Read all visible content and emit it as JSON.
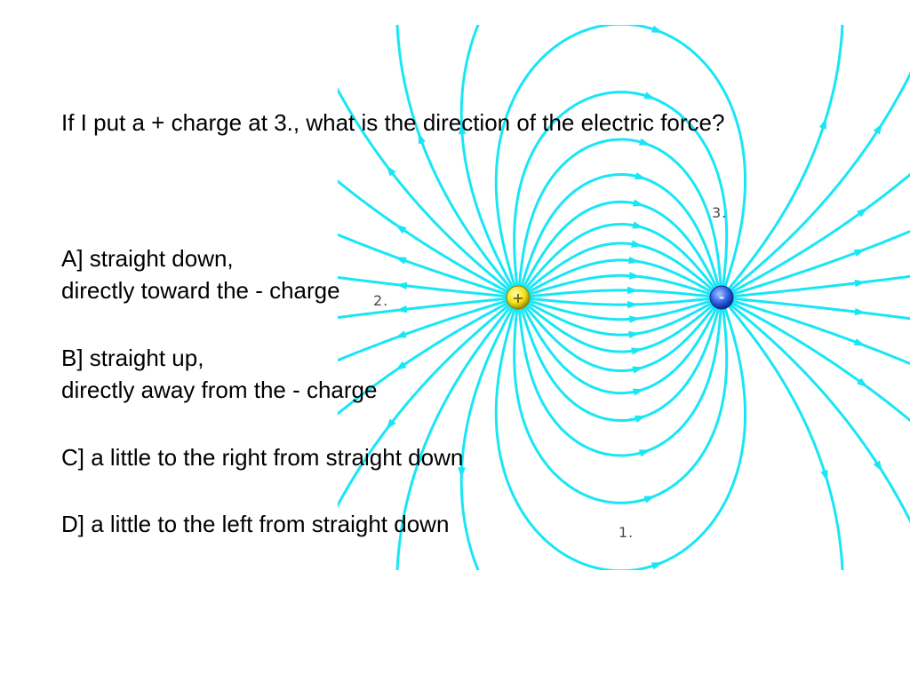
{
  "question": "If I put a + charge at 3., what is the direction of the electric force?",
  "answers": [
    {
      "line1": "A] straight down,",
      "line2": "directly toward the - charge"
    },
    {
      "line1": "B] straight up,",
      "line2": "directly away from the - charge"
    },
    {
      "line1": "C] a little to the right from straight down",
      "line2": ""
    },
    {
      "line1": "D] a little to the left from straight down",
      "line2": ""
    }
  ],
  "diagram": {
    "positive_charge": {
      "symbol": "+",
      "color": "#f2e21e"
    },
    "negative_charge": {
      "symbol": "-",
      "color": "#2d5fe6"
    },
    "field_line_color": "#19e6f5",
    "point_labels": {
      "p1": "1.",
      "p2": "2.",
      "p3": "3."
    }
  }
}
